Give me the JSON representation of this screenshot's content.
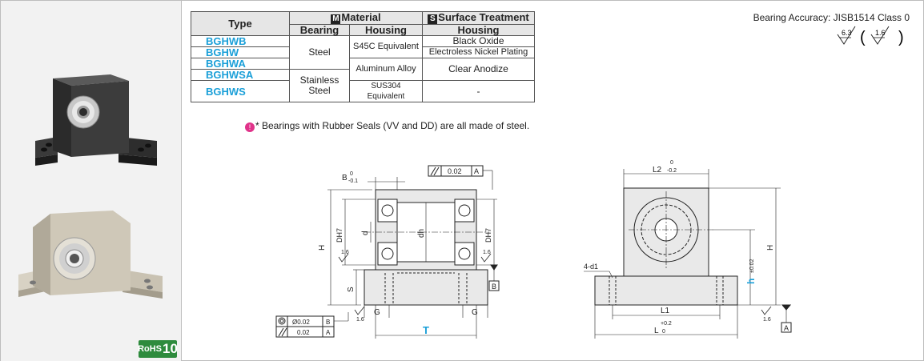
{
  "rohs": {
    "prefix": "RoHS",
    "number": "10"
  },
  "table": {
    "header_type": "Type",
    "header_material": "Material",
    "header_material_letter": "M",
    "header_surface": "Surface Treatment",
    "header_surface_letter": "S",
    "sub_bearing": "Bearing",
    "sub_housing": "Housing",
    "sub_housing2": "Housing",
    "types": [
      "BGHWB",
      "BGHW",
      "BGHWA",
      "BGHWSA",
      "BGHWS"
    ],
    "bearing_steel": "Steel",
    "bearing_stainless": "Stainless Steel",
    "housing_s45c": "S45C Equivalent",
    "housing_aluminum": "Aluminum Alloy",
    "housing_sus304": "SUS304 Equivalent",
    "surface_black_oxide": "Black Oxide",
    "surface_nickel": "Electroless Nickel Plating",
    "surface_anodize": "Clear Anodize",
    "surface_none": "-"
  },
  "note": {
    "icon": "!",
    "text": "* Bearings with Rubber Seals (VV and DD) are all made of steel."
  },
  "accuracy": {
    "label": "Bearing Accuracy: JISB1514 Class 0",
    "roughness_main": "6.3",
    "roughness_sub": "1.6"
  },
  "drawing_front": {
    "b_label": "B",
    "b_tol_top": "0",
    "b_tol_bottom": "-0.1",
    "parallel_value": "0.02",
    "datum_a": "A",
    "h_label": "H",
    "d_h7_left": "DH7",
    "d_h7_right": "DH7",
    "d_label": "d",
    "dh_label": "dh",
    "roughness_left": "1.6",
    "roughness_right": "1.6",
    "datum_b": "B",
    "s_label": "S",
    "g_left": "G",
    "g_right": "G",
    "roughness_bottom": "1.6",
    "t_label": "T",
    "conc_value": "Ø0.02",
    "conc_datum": "B",
    "par_value": "0.02",
    "par_datum": "A"
  },
  "drawing_side": {
    "l2_label": "L2",
    "l2_tol_top": "0",
    "l2_tol_bottom": "-0.2",
    "hole_label": "4-d1",
    "h_label": "H",
    "h_small": "h",
    "h_tol": "±0.02",
    "l1_label": "L1",
    "l_label": "L",
    "l_tol_top": "+0.2",
    "l_tol_bottom": "0",
    "roughness": "1.6",
    "datum_a": "A"
  }
}
